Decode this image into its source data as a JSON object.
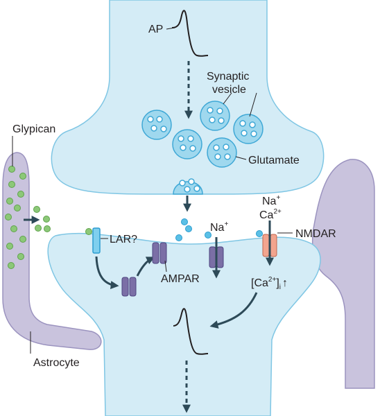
{
  "labels": {
    "ap": "AP",
    "synaptic": "Synaptic",
    "vesicle": "vesicle",
    "glypican": "Glypican",
    "glutamate": "Glutamate",
    "na_top": "Na",
    "na_top_sup": "+",
    "ca_top": "Ca",
    "ca_top_sup": "2+",
    "nmdar": "NMDAR",
    "lar": "LAR?",
    "na_mid": "Na",
    "na_mid_sup": "+",
    "ampar": "AMPAR",
    "ca_i_open": "[Ca",
    "ca_i_sup": "2+",
    "ca_i_close": "]",
    "ca_i_sub": "i",
    "ca_i_arrow": "↑",
    "astrocyte": "Astrocyte"
  },
  "colors": {
    "neuron_fill": "#d4ecf6",
    "neuron_stroke": "#7fc6e4",
    "astro_fill": "#c9c3dd",
    "astro_stroke": "#9b93bf",
    "vesicle_fill": "#9fd8ee",
    "vesicle_stroke": "#3fa8d6",
    "glutamate": "#5bc0e6",
    "glypican": "#8cc878",
    "ampar": "#7b6fa6",
    "nmdar": "#f2a48e",
    "lar": "#7fcfee",
    "arrow": "#2d4a58",
    "text": "#231f20"
  }
}
